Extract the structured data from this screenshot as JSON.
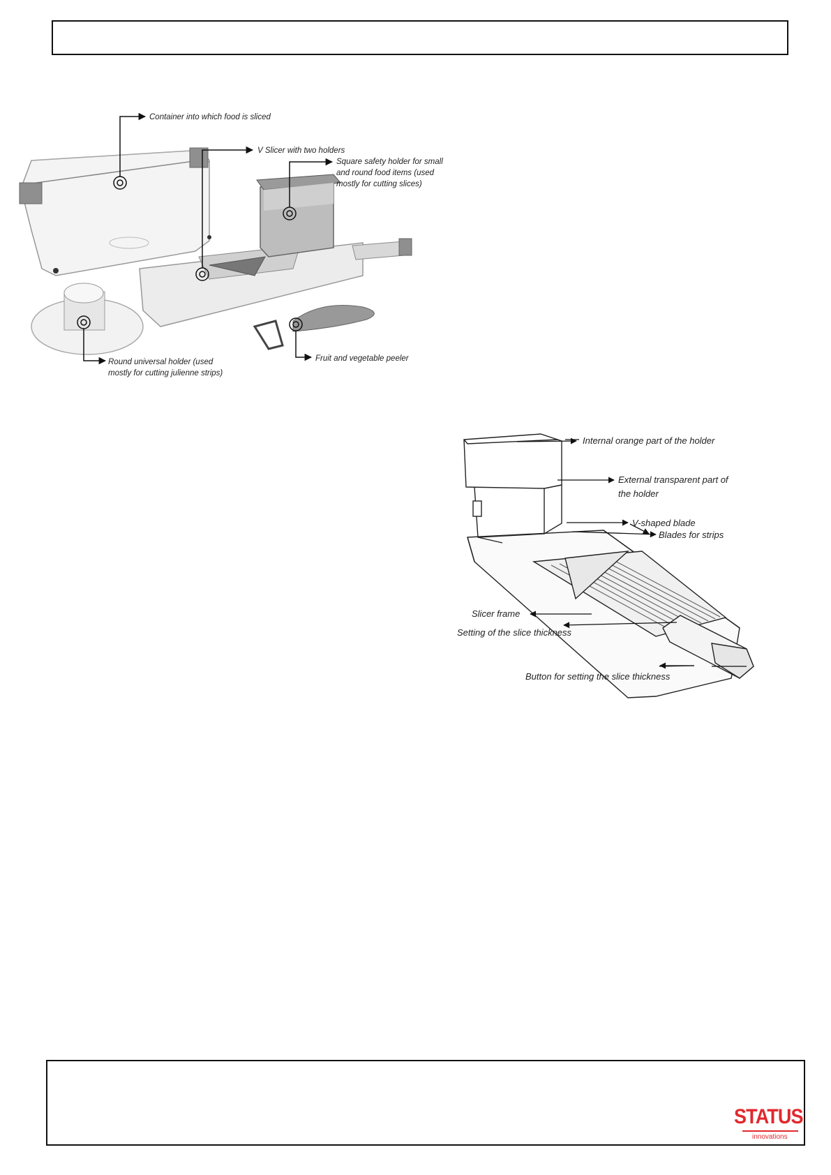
{
  "figure1": {
    "labels": {
      "container": "Container into which food is sliced",
      "v_slicer": "V Slicer with two holders",
      "square_holder": [
        "Square safety holder for small",
        "and round food items (used",
        "mostly for cutting slices)"
      ],
      "round_holder": [
        "Round universal holder (used",
        "mostly for cutting julienne strips)"
      ],
      "peeler": "Fruit and vegetable peeler"
    }
  },
  "figure2": {
    "labels": {
      "internal": "Internal orange part of the holder",
      "external": [
        "External transparent part of",
        "the holder"
      ],
      "v_blade": "V-shaped blade",
      "blades_strips": "Blades for strips",
      "frame": "Slicer frame",
      "setting": "Setting of the slice thickness",
      "button": "Button for setting the slice thickness"
    }
  },
  "logo": {
    "word": "STATUS",
    "sub": "innovations",
    "color": "#e1282d"
  }
}
